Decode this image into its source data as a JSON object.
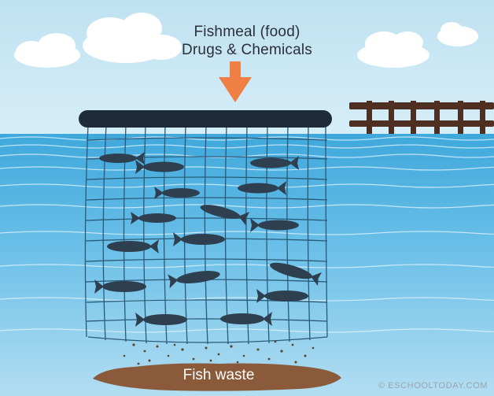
{
  "labels": {
    "input_line1": "Fishmeal (food)",
    "input_line2": "Drugs & Chemicals",
    "waste": "Fish waste",
    "credit": "© ESCHOOLTODAY.COM"
  },
  "colors": {
    "sky": "#c9e6f3",
    "water_top": "#4fb3e3",
    "water_bottom": "#a3d7f0",
    "net_float": "#1d2b3a",
    "net_mesh": "#2b5a78",
    "fish": "#2e3f50",
    "arrow": "#ef7f45",
    "pier": "#4f2f22",
    "waste_mound": "#8a5a3b",
    "cloud": "#ffffff"
  },
  "icons": {
    "input_arrow": "down-arrow-icon",
    "fish": "fish-icon",
    "pier": "pier-icon",
    "cloud": "cloud-icon"
  }
}
